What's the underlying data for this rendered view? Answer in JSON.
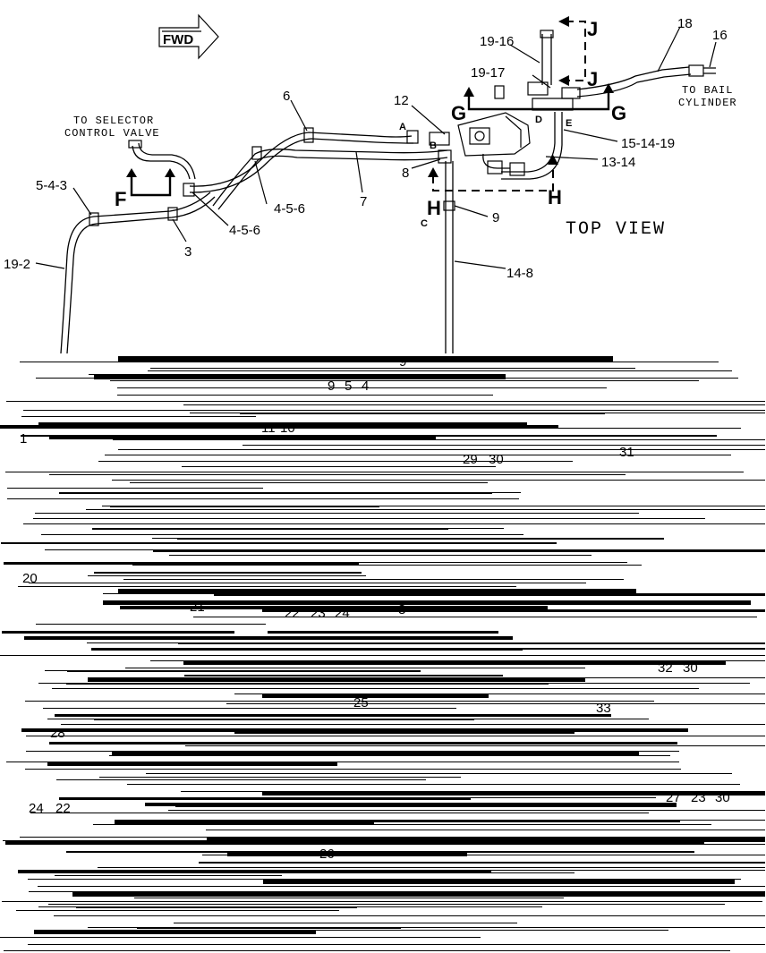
{
  "top": {
    "fwd": "FWD",
    "to_selector": [
      "TO SELECTOR",
      "CONTROL VALVE"
    ],
    "to_bail": [
      "TO BAIL",
      "CYLINDER"
    ],
    "view_title": "TOP VIEW",
    "section_letters": [
      "F",
      "G",
      "G",
      "H",
      "H",
      "J",
      "J"
    ],
    "point_letters": [
      "A",
      "B",
      "C",
      "D",
      "E"
    ],
    "callouts": [
      "19-16",
      "18",
      "16",
      "19-17",
      "12",
      "6",
      "15-14-19",
      "13-14",
      "8",
      "7",
      "5-4-3",
      "4-5-6",
      "4-5-6",
      "9",
      "3",
      "19-2",
      "14-8"
    ]
  },
  "bottom": {
    "callouts": [
      "9",
      "9",
      "5",
      "4",
      "11",
      "10",
      "1",
      "29",
      "30",
      "31",
      "20",
      "21",
      "22",
      "23",
      "24",
      "8",
      "32",
      "30",
      "25",
      "33",
      "28",
      "24",
      "22",
      "27",
      "23",
      "30",
      "26"
    ]
  }
}
